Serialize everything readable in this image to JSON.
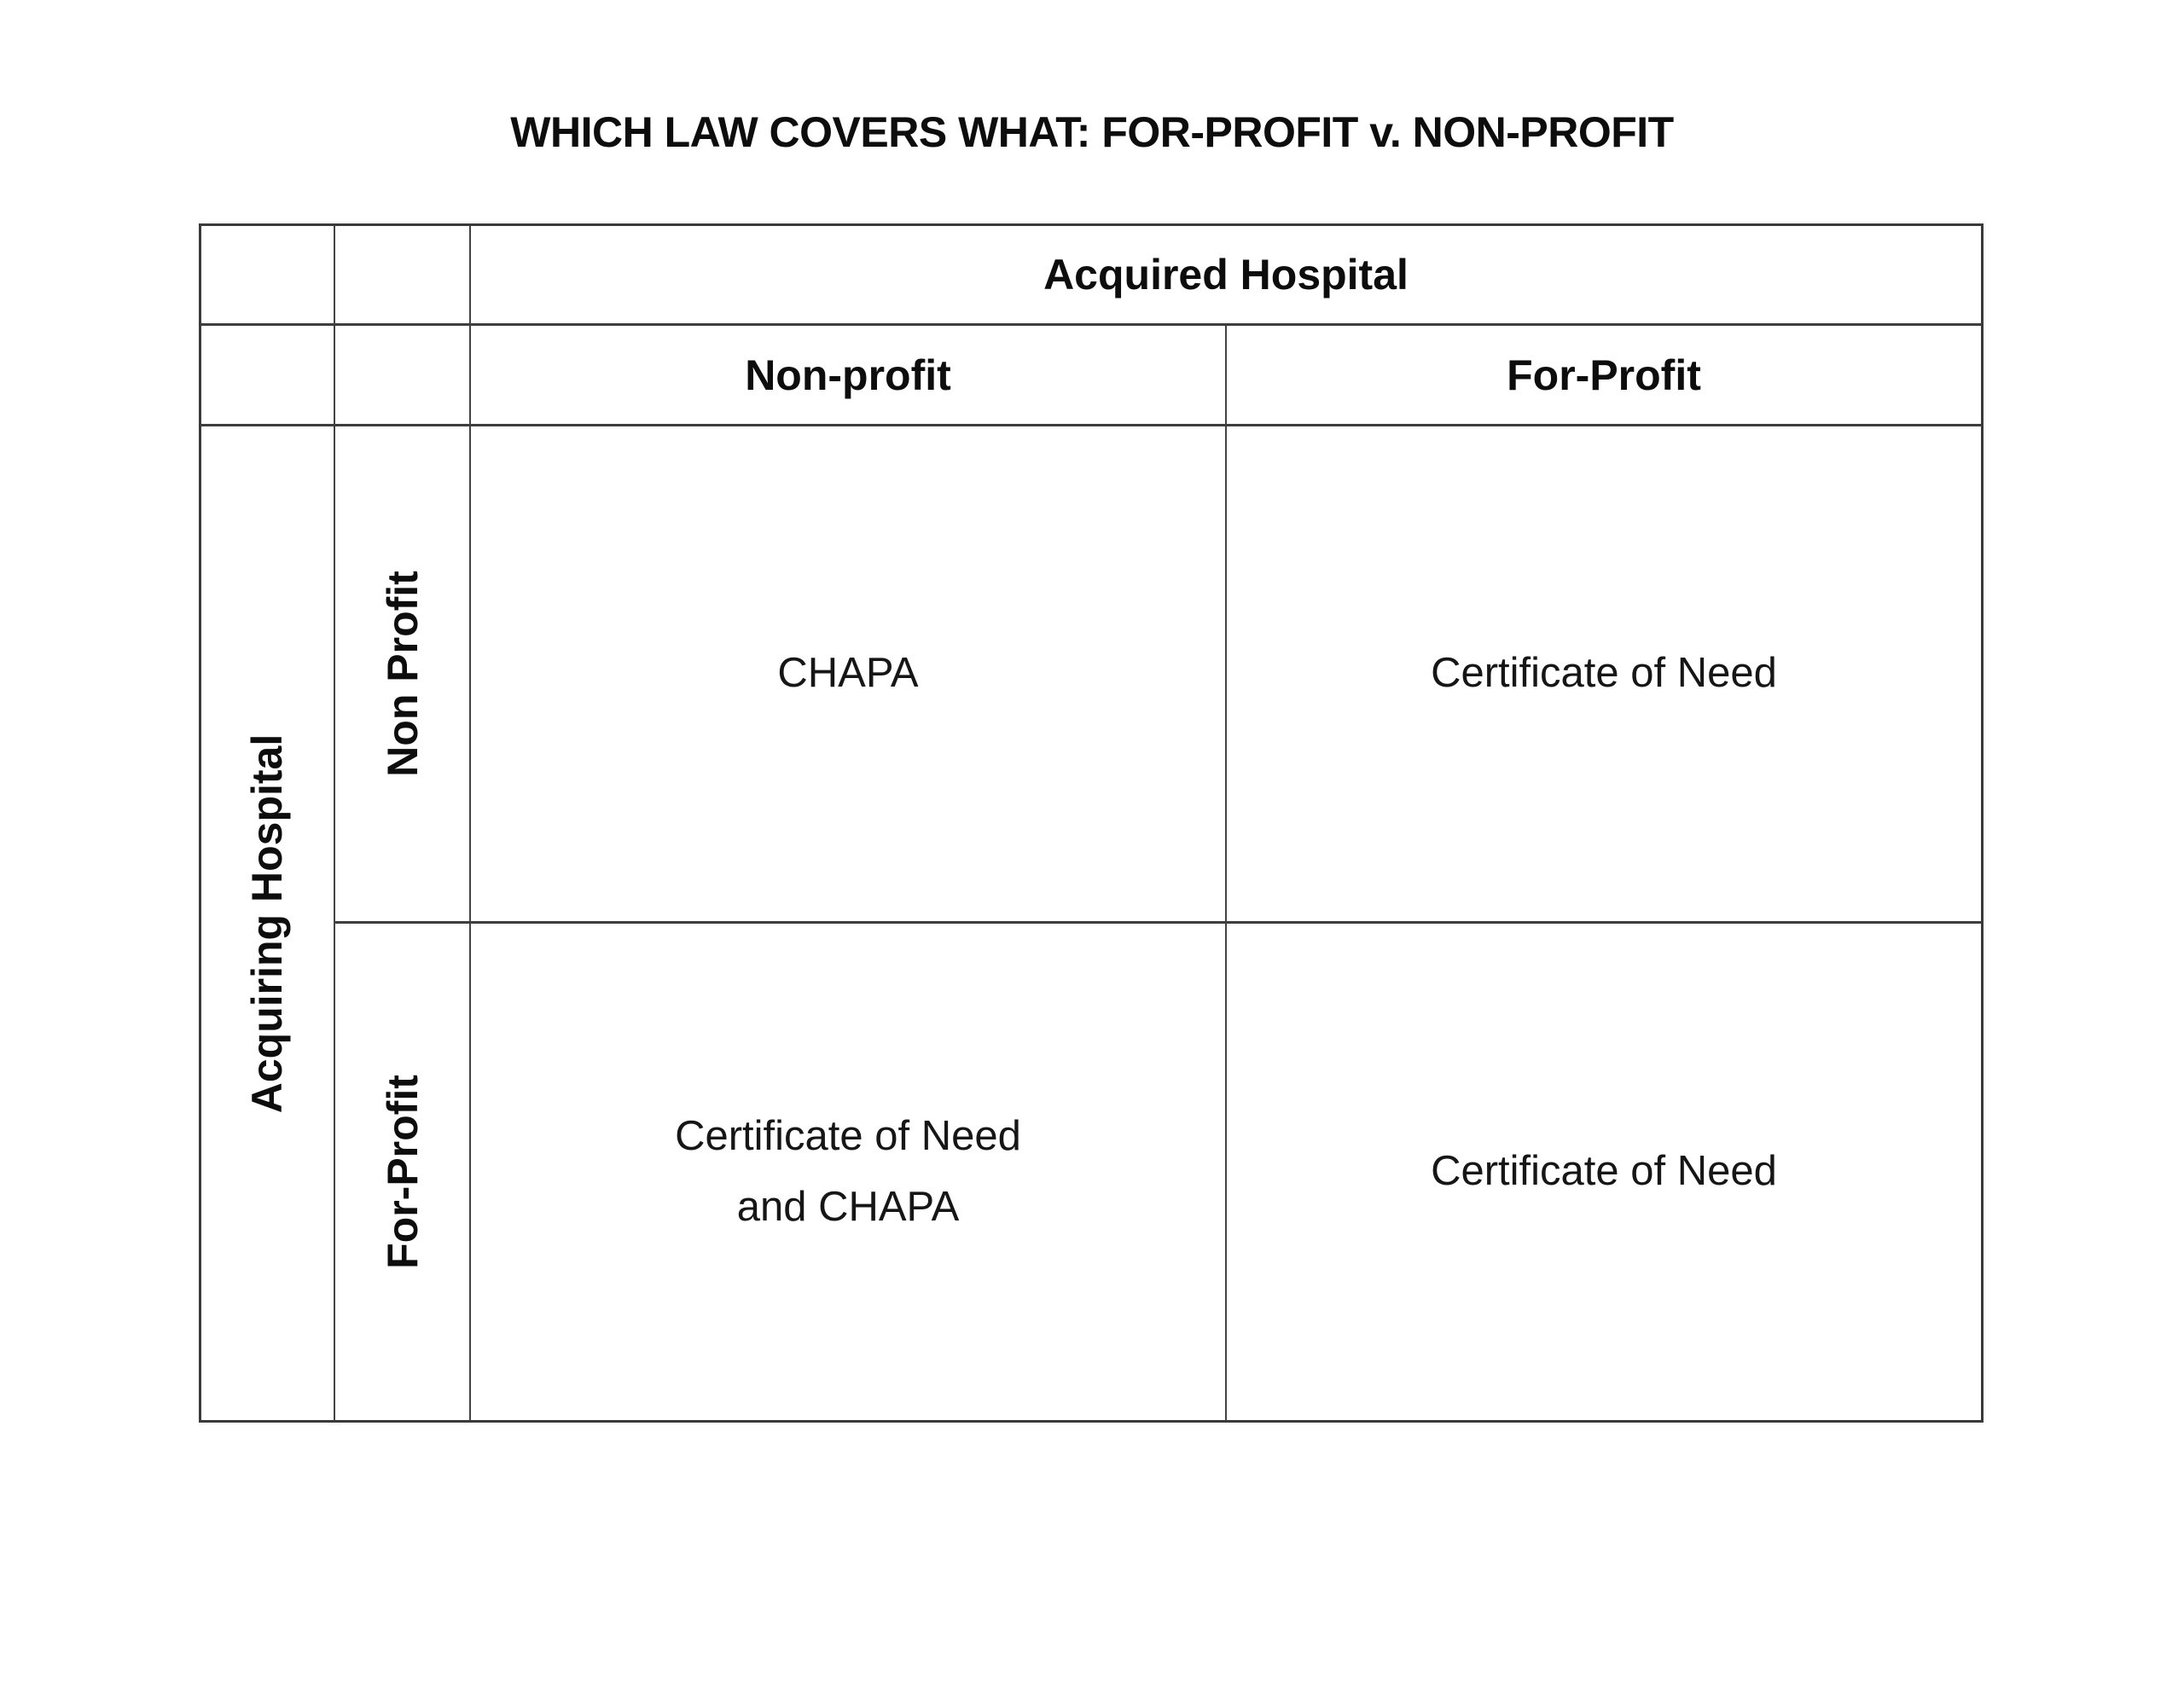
{
  "page": {
    "title": "WHICH LAW COVERS WHAT: FOR-PROFIT v. NON-PROFIT"
  },
  "table": {
    "acquired_header": "Acquired Hospital",
    "acquiring_header": "Acquiring Hospital",
    "col_headers": {
      "nonprofit": "Non-profit",
      "forprofit": "For-Profit"
    },
    "row_headers": {
      "nonprofit": "Non Profit",
      "forprofit": "For-Profit"
    },
    "cells": {
      "np_np": "CHAPA",
      "np_fp": "Certificate of Need",
      "fp_np": "Certificate of Need\nand CHAPA",
      "fp_fp": "Certificate of Need"
    }
  }
}
